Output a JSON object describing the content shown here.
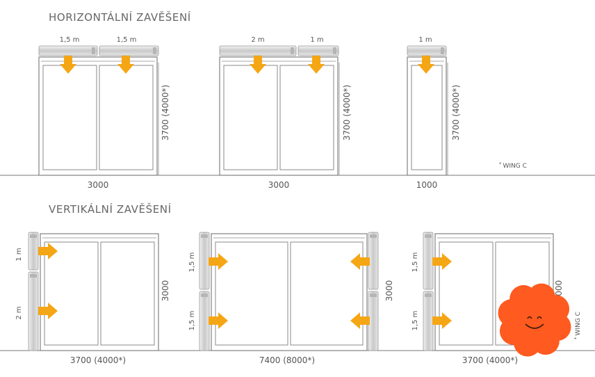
{
  "headings": {
    "horizontal": "HORIZONTÁLNÍ ZAVĚŠENÍ",
    "vertical": "VERTIKÁLNÍ ZAVĚŠENÍ"
  },
  "horizontal": [
    {
      "units": [
        "1,5 m",
        "1,5 m"
      ],
      "height": "3700 (4000*)",
      "width": "3000"
    },
    {
      "units": [
        "2 m",
        "1 m"
      ],
      "height": "3700 (4000*)",
      "width": "3000"
    },
    {
      "units": [
        "1 m"
      ],
      "height": "3700 (4000*)",
      "width": "1000"
    }
  ],
  "vertical": [
    {
      "units": [
        "1 m",
        "2 m"
      ],
      "height": "3000",
      "width": "3700 (4000*)"
    },
    {
      "units": [
        "1,5 m",
        "1,5 m"
      ],
      "height": "3000",
      "width": "7400 (8000*)"
    },
    {
      "units": [
        "1,5 m",
        "1,5 m"
      ],
      "height": "3000",
      "width": "3700 (4000*)"
    }
  ],
  "notes": {
    "wing_c": "WING C",
    "asterisk": "*"
  },
  "colors": {
    "arrow": "#F5A615",
    "line": "#8a8a8a",
    "unit": "#d6d6d6",
    "sticker": "#FF5A1F"
  }
}
